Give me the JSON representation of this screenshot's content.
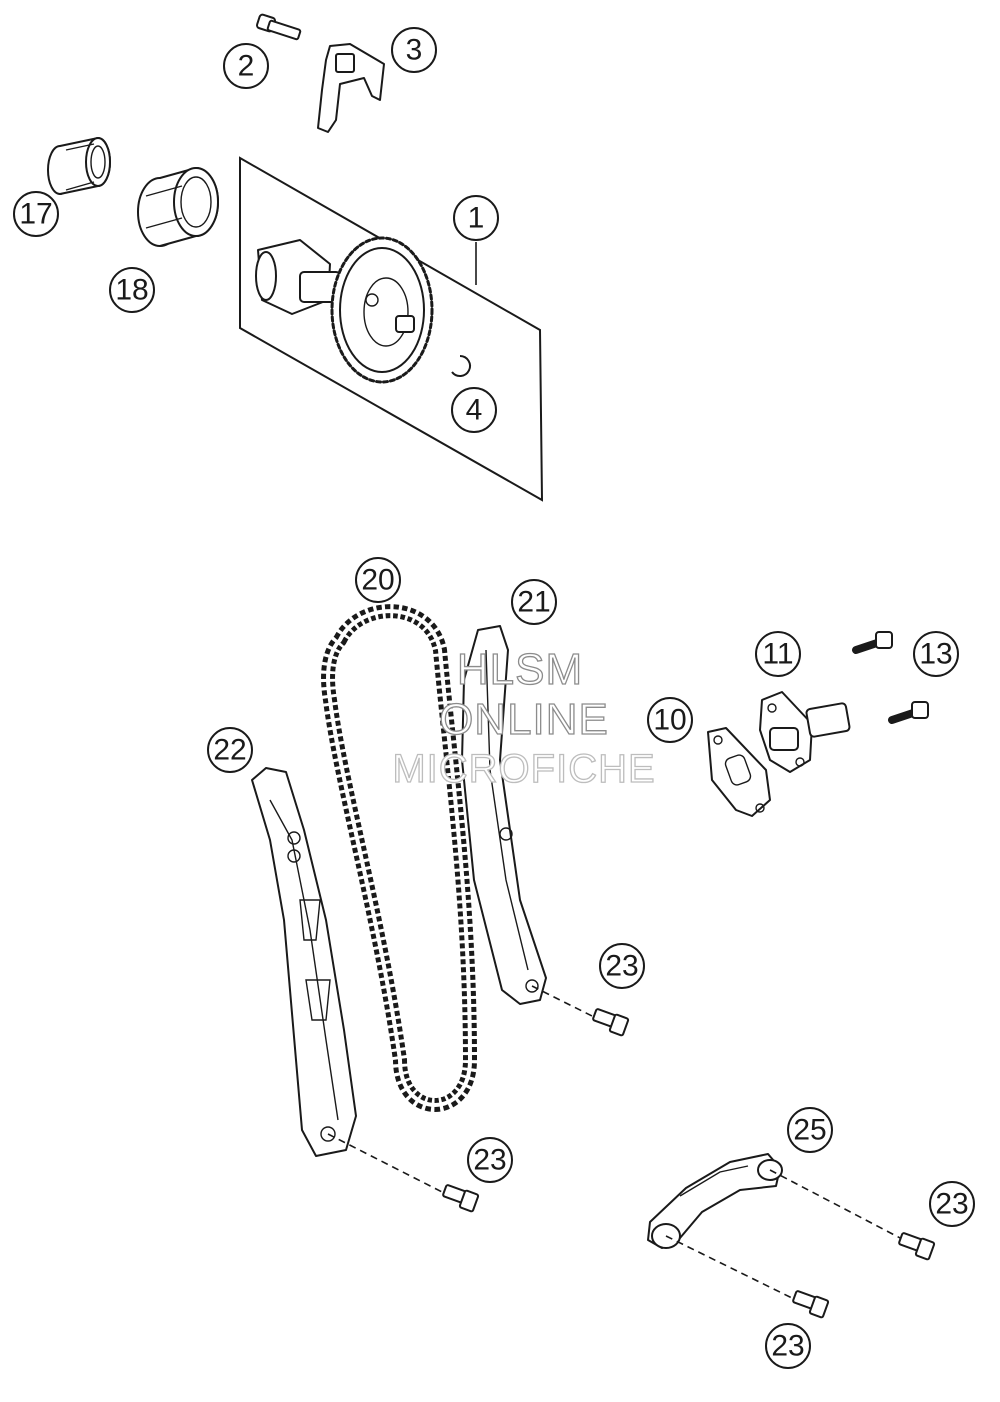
{
  "watermark": {
    "line1": "HLSM",
    "line2": "ONLINE",
    "line3": "MICROFICHE"
  },
  "callouts": [
    {
      "id": "c2",
      "label": "2"
    },
    {
      "id": "c3",
      "label": "3"
    },
    {
      "id": "c17",
      "label": "17"
    },
    {
      "id": "c1",
      "label": "1"
    },
    {
      "id": "c18",
      "label": "18"
    },
    {
      "id": "c4",
      "label": "4"
    },
    {
      "id": "c20",
      "label": "20"
    },
    {
      "id": "c21",
      "label": "21"
    },
    {
      "id": "c11",
      "label": "11"
    },
    {
      "id": "c13",
      "label": "13"
    },
    {
      "id": "c10",
      "label": "10"
    },
    {
      "id": "c22",
      "label": "22"
    },
    {
      "id": "c23a",
      "label": "23"
    },
    {
      "id": "c23b",
      "label": "23"
    },
    {
      "id": "c25",
      "label": "25"
    },
    {
      "id": "c23c",
      "label": "23"
    },
    {
      "id": "c23d",
      "label": "23"
    }
  ]
}
